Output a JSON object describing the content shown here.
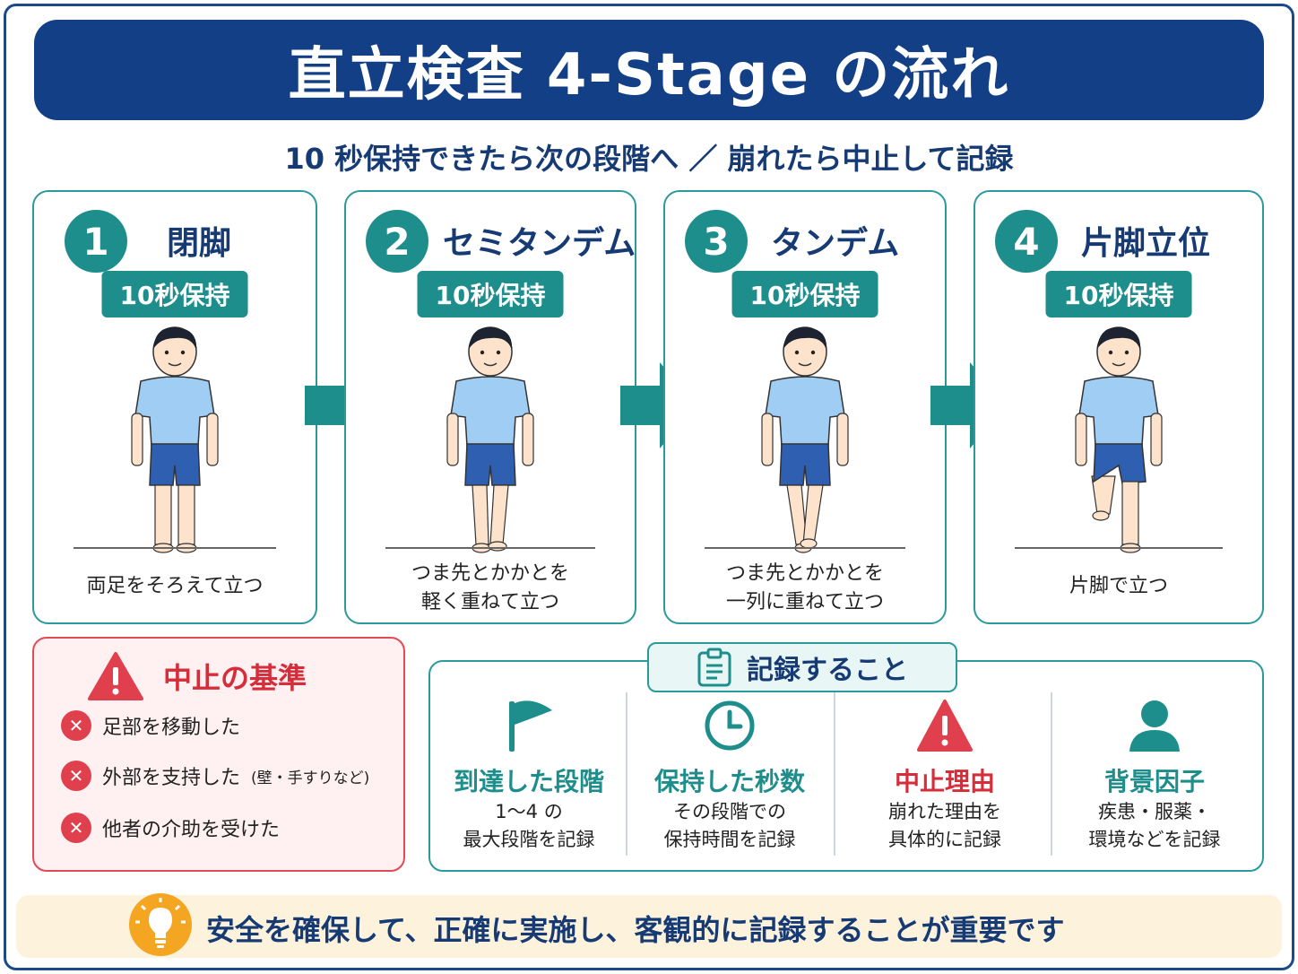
{
  "title": "直立検査 4-Stage の流れ",
  "subtitle": "10 秒保持できたら次の段階へ ／ 崩れたら中止して記録",
  "stages": [
    {
      "num": "1",
      "name": "閉脚",
      "hold": "10秒保持",
      "desc_line1": "両足をそろえて立つ",
      "desc_line2": ""
    },
    {
      "num": "2",
      "name": "セミタンデム",
      "hold": "10秒保持",
      "desc_line1": "つま先とかかとを",
      "desc_line2": "軽く重ねて立つ"
    },
    {
      "num": "3",
      "name": "タンデム",
      "hold": "10秒保持",
      "desc_line1": "つま先とかかとを",
      "desc_line2": "一列に重ねて立つ"
    },
    {
      "num": "4",
      "name": "片脚立位",
      "hold": "10秒保持",
      "desc_line1": "片脚で立つ",
      "desc_line2": ""
    }
  ],
  "stop_criteria": {
    "heading": "中止の基準",
    "items": [
      {
        "text": "足部を移動した",
        "note": ""
      },
      {
        "text": "外部を支持した",
        "note": "(壁・手すりなど)"
      },
      {
        "text": "他者の介助を受けた",
        "note": ""
      }
    ]
  },
  "record": {
    "heading": "記録すること",
    "columns": [
      {
        "icon": "flag-icon",
        "label": "到達した段階",
        "line1": "1～4 の",
        "line2": "最大段階を記録"
      },
      {
        "icon": "clock-icon",
        "label": "保持した秒数",
        "line1": "その段階での",
        "line2": "保持時間を記録"
      },
      {
        "icon": "warning-icon",
        "label": "中止理由",
        "line1": "崩れた理由を",
        "line2": "具体的に記録"
      },
      {
        "icon": "person-icon",
        "label": "背景因子",
        "line1": "疾患・服薬・",
        "line2": "環境などを記録"
      }
    ]
  },
  "footer": {
    "message": "安全を確保して、正確に実施し、客観的に記録することが重要です"
  },
  "colors": {
    "navy": "#123f86",
    "teal": "#1e8e8c",
    "red": "#d62d3a",
    "amber": "#f4a623"
  }
}
